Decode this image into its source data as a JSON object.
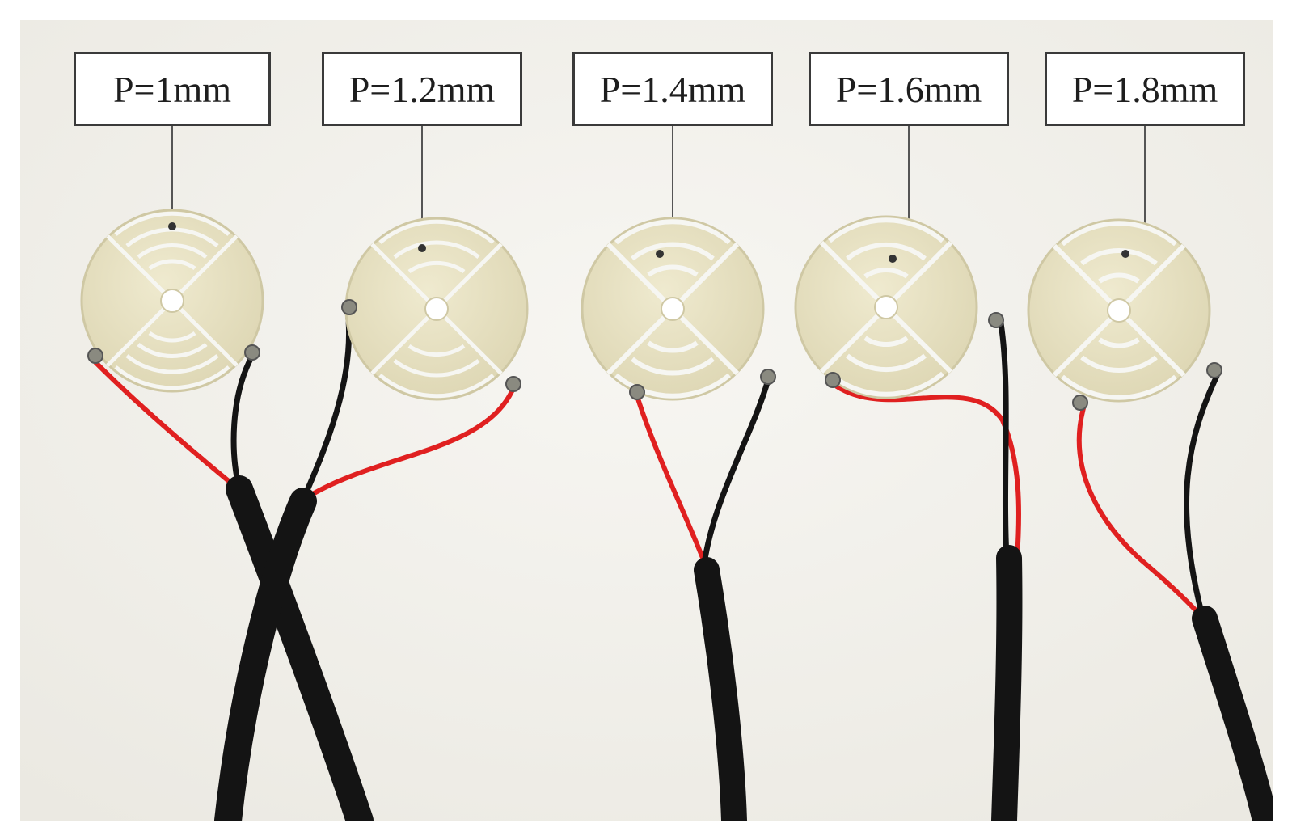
{
  "labels": [
    {
      "text": "P=1mm"
    },
    {
      "text": "P=1.2mm"
    },
    {
      "text": "P=1.4mm"
    },
    {
      "text": "P=1.6mm"
    },
    {
      "text": "P=1.8mm"
    }
  ],
  "colors": {
    "background": "#f4f3ef",
    "disc_ceramic": "#e9e4c9",
    "electrode": "#f6f6f2",
    "red_wire": "#e02020",
    "black_cable": "#141414",
    "label_border": "#3a3a3a"
  }
}
